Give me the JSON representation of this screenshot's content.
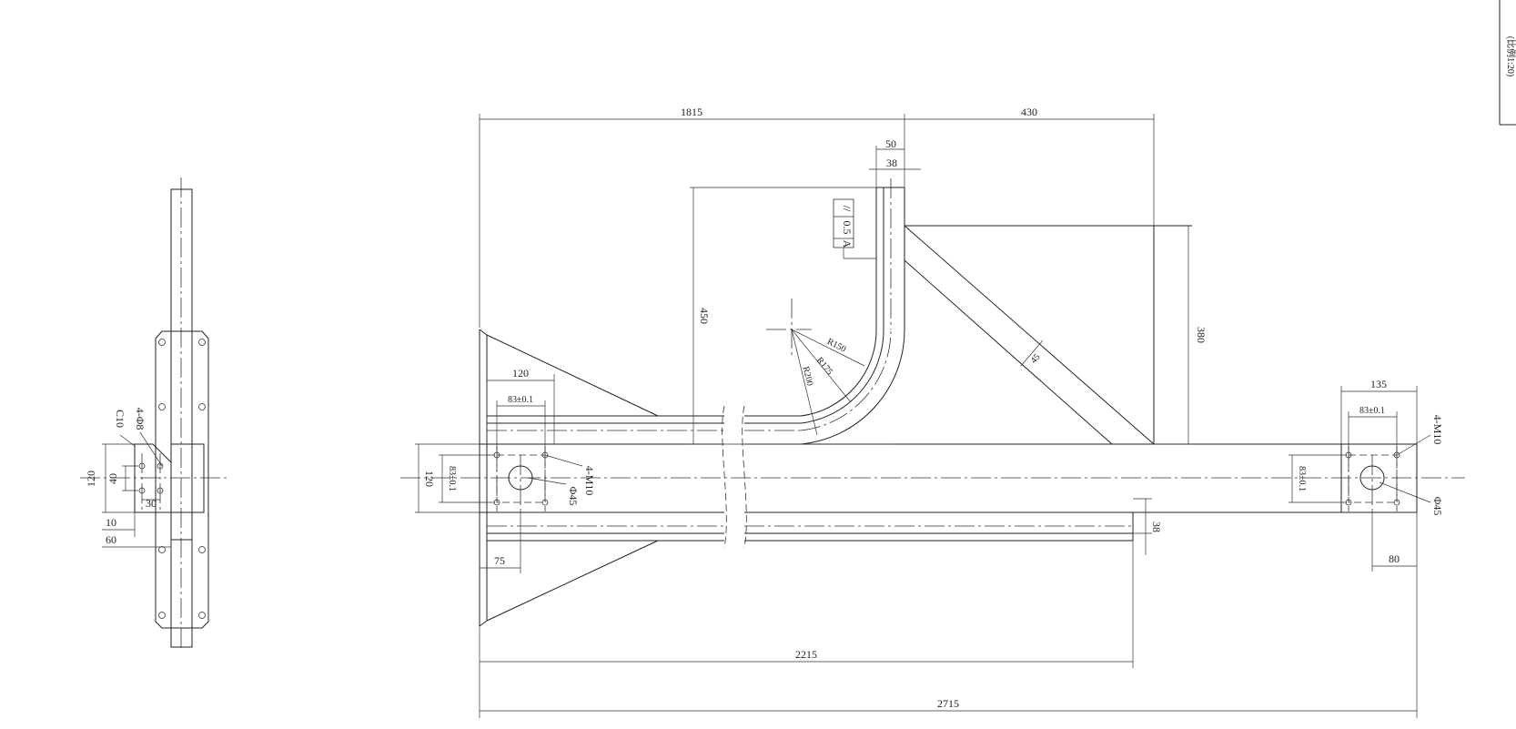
{
  "side_view": {
    "dims": {
      "d120": "120",
      "d40": "40",
      "d30": "30",
      "d10": "10",
      "d60": "60",
      "c10": "C10",
      "holes": "4-Φ8"
    }
  },
  "main_view": {
    "dims": {
      "d1815": "1815",
      "d430": "430",
      "d50": "50",
      "d38_top": "38",
      "d450": "450",
      "d380": "380",
      "d45": "45",
      "r150": "R150",
      "r175": "R175",
      "r200": "R200",
      "d120_left": "120",
      "d83_left_top": "83±0.1",
      "d83_left_side": "83±0.1",
      "d120_height": "120",
      "holes_left": "4-M10",
      "dia45_left": "Φ45",
      "d75": "75",
      "d38_right": "38",
      "d2215": "2215",
      "d2715": "2715",
      "d135": "135",
      "d83_right_top": "83±0.1",
      "d83_right_side": "83±0.1",
      "holes_right": "4-M10",
      "dia45_right": "Φ45",
      "d80": "80"
    },
    "tolerance": {
      "symbol": "//",
      "value": "0.5",
      "datum": "A"
    }
  },
  "title_block": {
    "text": "(比例1:20)"
  }
}
